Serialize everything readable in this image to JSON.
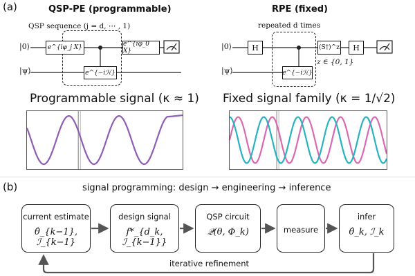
{
  "panel_a": {
    "label": "(a)",
    "left": {
      "title": "QSP-PE (programmable)",
      "circuit_note": "QSP sequence (j = d, ⋯ , 1)",
      "ket_top": "|0⟩",
      "ket_bottom": "|ψ⟩",
      "gate_phase_j": "e^{iφ_j X}",
      "gate_unitary": "e^{−iℋ}",
      "gate_phase_0": "e^{iφ_0 X}",
      "meter_icon": "measurement-meter",
      "signal_title": "Programmable signal (κ ≈ 1)"
    },
    "right": {
      "title": "RPE (fixed)",
      "circuit_note": "repeated d times",
      "ket_top": "|0⟩",
      "ket_bottom": "|ψ⟩",
      "gate_h1": "H",
      "gate_unitary": "e^{−iℋ}",
      "gate_s": "(S†)^z",
      "gate_h2": "H",
      "z_note": "z ∈ {0, 1}",
      "meter_icon": "measurement-meter",
      "signal_title": "Fixed signal family (κ = 1/√2)"
    }
  },
  "panel_b": {
    "label": "(b)",
    "banner": "signal programming: design → engineering → inference",
    "boxes": [
      {
        "title": "current estimate",
        "math": "θ̂_{k−1}, ℐ_{k−1}"
      },
      {
        "title": "design signal",
        "math": "f*_{d_k, ℐ_{k−1}}"
      },
      {
        "title": "QSP circuit",
        "math": "𝒬(θ, Φ_k)"
      },
      {
        "title": "measure",
        "math": ""
      },
      {
        "title": "infer",
        "math": "θ̂_k, ℐ_k"
      }
    ],
    "loop_label": "iterative refinement"
  },
  "colors": {
    "programmable": "#8e5bb5",
    "fixed_a": "#d869b0",
    "fixed_b": "#26b3bf",
    "marker": "#aaaaaa",
    "line": "#222222"
  },
  "chart_data": [
    {
      "type": "line",
      "title": "Programmable signal (κ ≈ 1)",
      "xlabel": "",
      "ylabel": "",
      "x_range": [
        0,
        1
      ],
      "ylim": [
        -1,
        1
      ],
      "series": [
        {
          "color": "#8e5bb5",
          "amplitude": 0.92,
          "cycles": 3.1,
          "phase_deg": 60,
          "tail_from_x": 0.9
        }
      ],
      "markers_x": [
        0.33
      ]
    },
    {
      "type": "line",
      "title": "Fixed signal family (κ = 1/√2)",
      "xlabel": "",
      "ylabel": "",
      "x_range": [
        0,
        1
      ],
      "ylim": [
        -1,
        1
      ],
      "series": [
        {
          "color": "#d869b0",
          "amplitude": 0.88,
          "cycles": 4.6,
          "phase_deg": -90
        },
        {
          "color": "#26b3bf",
          "amplitude": 0.88,
          "cycles": 4.6,
          "phase_deg": 0
        }
      ],
      "markers_x": [
        0.3
      ]
    }
  ]
}
